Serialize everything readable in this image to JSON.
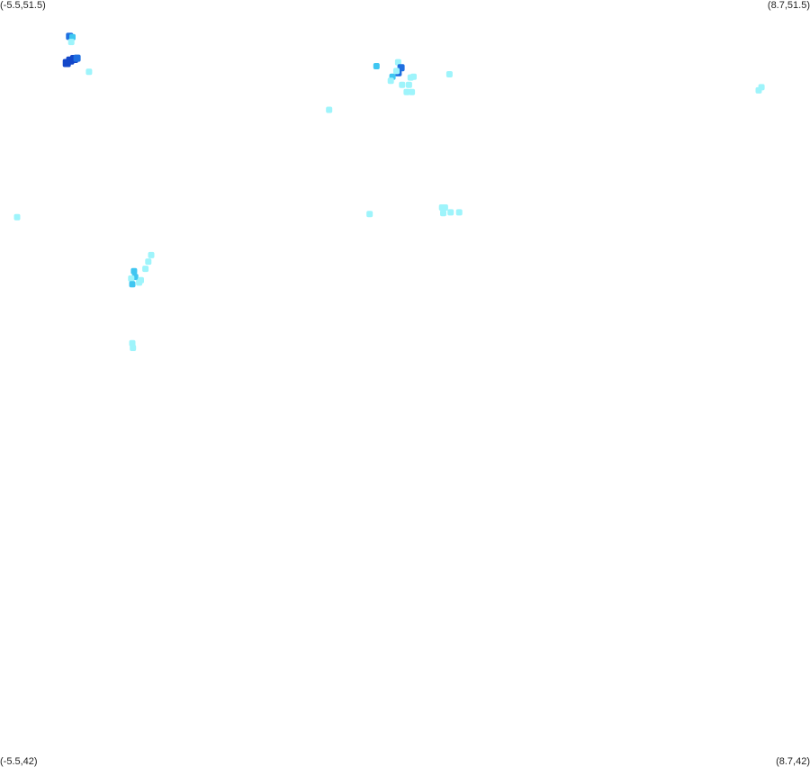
{
  "map": {
    "type": "heatmap-points",
    "bounds": {
      "lon_min": -5.5,
      "lon_max": 8.7,
      "lat_min": 42,
      "lat_max": 51.5
    },
    "corner_labels": {
      "top_left": "(-5.5,51.5)",
      "top_right": "(8.7,51.5)",
      "bottom_left": "(-5.5,42)",
      "bottom_right": "(8.7,42)"
    },
    "colors": {
      "low": "#9ef4fb",
      "mid": "#3fc6f1",
      "high": "#1f6fe0",
      "max": "#1347c9"
    },
    "points": [
      {
        "lon": -4.28,
        "lat": 51.05,
        "i": 2
      },
      {
        "lon": -4.23,
        "lat": 51.04,
        "i": 1
      },
      {
        "lon": -4.25,
        "lat": 50.98,
        "i": 0
      },
      {
        "lon": -4.33,
        "lat": 50.72,
        "i": 3
      },
      {
        "lon": -4.27,
        "lat": 50.75,
        "i": 3
      },
      {
        "lon": -4.2,
        "lat": 50.77,
        "i": 3
      },
      {
        "lon": -4.15,
        "lat": 50.78,
        "i": 2
      },
      {
        "lon": -3.94,
        "lat": 50.61,
        "i": 0
      },
      {
        "lon": 1.1,
        "lat": 50.68,
        "i": 1
      },
      {
        "lon": 1.48,
        "lat": 50.73,
        "i": 0
      },
      {
        "lon": 1.53,
        "lat": 50.66,
        "i": 2
      },
      {
        "lon": 1.48,
        "lat": 50.6,
        "i": 2
      },
      {
        "lon": 1.38,
        "lat": 50.55,
        "i": 1
      },
      {
        "lon": 1.45,
        "lat": 50.62,
        "i": 0
      },
      {
        "lon": 1.35,
        "lat": 50.5,
        "i": 0
      },
      {
        "lon": 1.55,
        "lat": 50.45,
        "i": 0
      },
      {
        "lon": 1.63,
        "lat": 50.36,
        "i": 0
      },
      {
        "lon": 1.7,
        "lat": 50.54,
        "i": 0
      },
      {
        "lon": 1.67,
        "lat": 50.45,
        "i": 0
      },
      {
        "lon": 1.72,
        "lat": 50.36,
        "i": 0
      },
      {
        "lon": 1.75,
        "lat": 50.55,
        "i": 0
      },
      {
        "lon": 2.38,
        "lat": 50.58,
        "i": 0
      },
      {
        "lon": 7.8,
        "lat": 50.38,
        "i": 0
      },
      {
        "lon": 7.85,
        "lat": 50.42,
        "i": 0
      },
      {
        "lon": 0.27,
        "lat": 50.14,
        "i": 0
      },
      {
        "lon": 0.98,
        "lat": 48.85,
        "i": 0
      },
      {
        "lon": 2.25,
        "lat": 48.93,
        "i": 0
      },
      {
        "lon": 2.3,
        "lat": 48.93,
        "i": 0
      },
      {
        "lon": 2.27,
        "lat": 48.86,
        "i": 0
      },
      {
        "lon": 2.4,
        "lat": 48.87,
        "i": 0
      },
      {
        "lon": 2.55,
        "lat": 48.87,
        "i": 0
      },
      {
        "lon": -5.2,
        "lat": 48.81,
        "i": 0
      },
      {
        "lon": -2.85,
        "lat": 48.34,
        "i": 0
      },
      {
        "lon": -2.9,
        "lat": 48.26,
        "i": 0
      },
      {
        "lon": -2.95,
        "lat": 48.17,
        "i": 0
      },
      {
        "lon": -3.15,
        "lat": 48.14,
        "i": 1
      },
      {
        "lon": -3.13,
        "lat": 48.07,
        "i": 1
      },
      {
        "lon": -3.2,
        "lat": 48.05,
        "i": 0
      },
      {
        "lon": -3.03,
        "lat": 48.03,
        "i": 0
      },
      {
        "lon": -3.06,
        "lat": 48.0,
        "i": 0
      },
      {
        "lon": -3.18,
        "lat": 47.98,
        "i": 1
      },
      {
        "lon": -3.18,
        "lat": 47.25,
        "i": 0
      },
      {
        "lon": -3.17,
        "lat": 47.19,
        "i": 0
      }
    ]
  }
}
